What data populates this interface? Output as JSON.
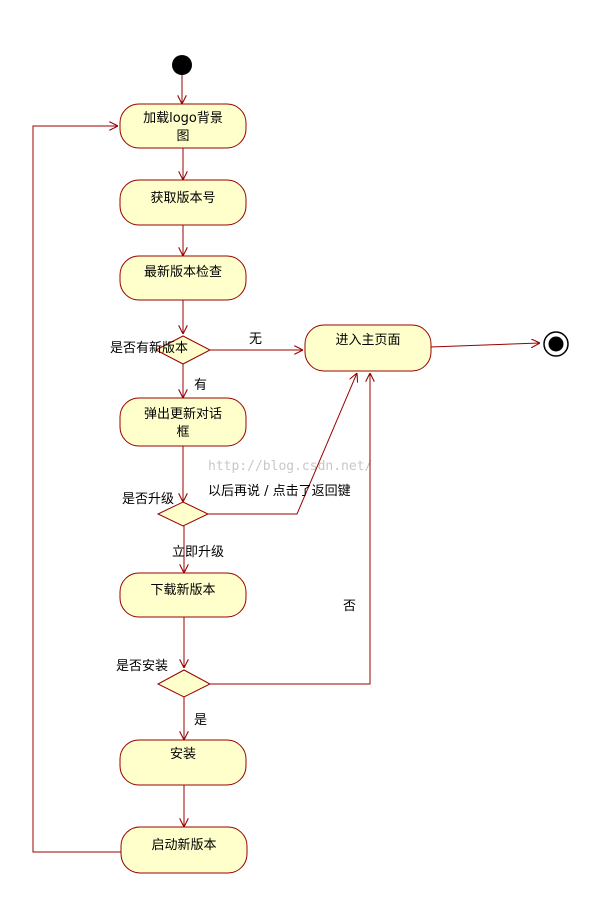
{
  "colors": {
    "node_fill": "#ffffcc",
    "node_stroke": "#990000",
    "edge": "#990000",
    "text": "#000000",
    "watermark": "#c8c8c8"
  },
  "watermark": "http://blog.csdn.net/",
  "nodes": {
    "load_logo": {
      "line1": "加载logo背景",
      "line2": "图"
    },
    "get_version": "获取版本号",
    "check_latest": "最新版本检查",
    "show_dialog": {
      "line1": "弹出更新对话",
      "line2": "框"
    },
    "download": "下载新版本",
    "install": "安装",
    "start_new": "启动新版本",
    "main_page": "进入主页面"
  },
  "decisions": {
    "has_new": "是否有新版本",
    "upgrade": "是否升级",
    "installed": "是否安装"
  },
  "edge_labels": {
    "none": "无",
    "has": "有",
    "later": "以后再说 / 点击了返回键",
    "upgrade_now": "立即升级",
    "no": "否",
    "yes": "是"
  }
}
